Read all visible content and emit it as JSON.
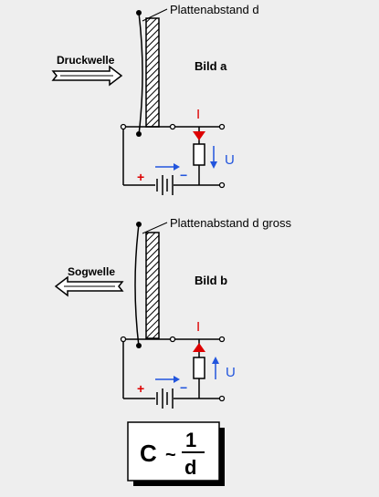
{
  "figure_a": {
    "plate_label": "Plattenabstand d",
    "wave_label": "Druckwelle",
    "caption": "Bild a",
    "current_label": "I",
    "voltage_label": "U",
    "plus_sign": "+",
    "minus_sign": "−"
  },
  "figure_b": {
    "plate_label": "Plattenabstand d gross",
    "wave_label": "Sogwelle",
    "caption": "Bild b",
    "current_label": "I",
    "voltage_label": "U",
    "plus_sign": "+",
    "minus_sign": "−"
  },
  "formula": {
    "lhs": "C",
    "relation": "~",
    "numerator": "1",
    "denominator": "d"
  },
  "colors": {
    "current": "#dd0000",
    "voltage": "#2255dd",
    "wire": "#000000",
    "background": "#eeeeee"
  }
}
